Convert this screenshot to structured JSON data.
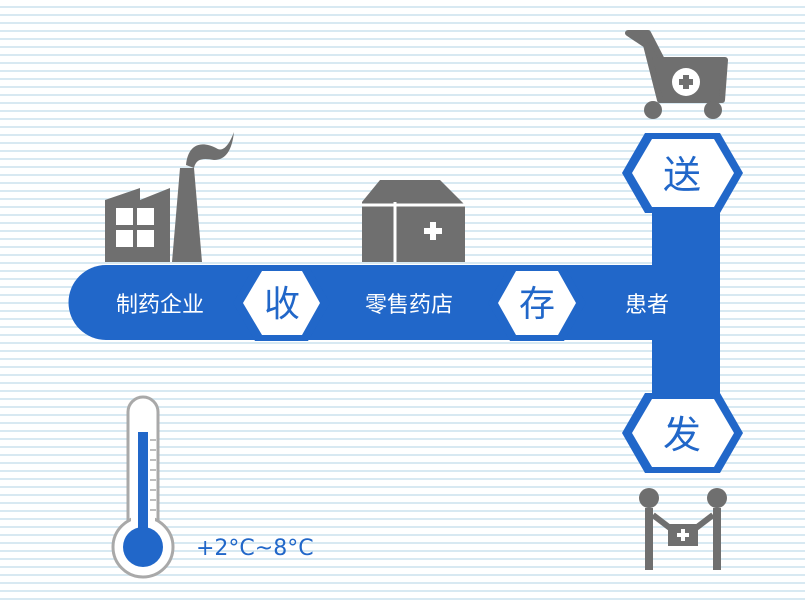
{
  "flow": {
    "manufacturer": "制药企业",
    "receive": "收",
    "pharmacy": "零售药店",
    "store": "存",
    "patient": "患者",
    "deliver": "送",
    "dispatch": "发"
  },
  "temperature": {
    "range": "+2°C~8°C"
  },
  "icons": {
    "factory": "factory-icon",
    "pharmacy": "pharmacy-house-icon",
    "cart": "medical-cart-icon",
    "carriers": "stretcher-carriers-icon",
    "thermometer": "thermometer-icon"
  },
  "colors": {
    "blue": "#2167c9",
    "gray": "#6f6f6f",
    "stripe": "#d8e9f2"
  }
}
